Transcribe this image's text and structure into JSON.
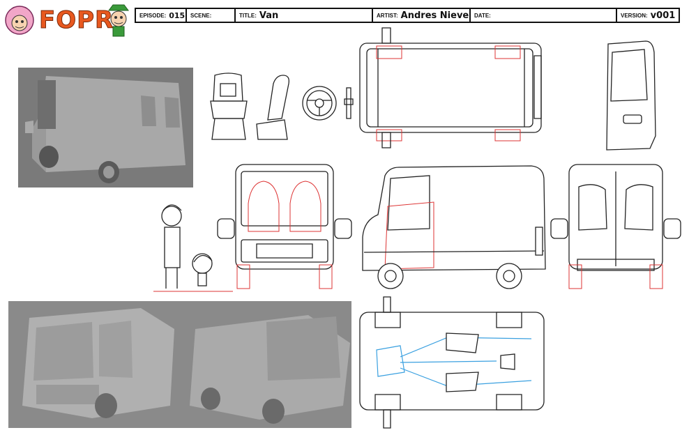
{
  "logo": {
    "text": "FOPR"
  },
  "header": {
    "episode_label": "EPISODE:",
    "episode_value": "015",
    "scene_label": "SCENE:",
    "scene_value": "",
    "title_label": "TITLE:",
    "title_value": "Van",
    "artist_label": "ARTIST:",
    "artist_value": "Andres Nieves",
    "date_label": "DATE:",
    "date_value": "",
    "version_label": "VERSION:",
    "version_value": "v001"
  },
  "colors": {
    "logo": "#e8581f",
    "render_bg": "#7e7e7e",
    "red_guide": "#dd3333",
    "blue_guide": "#3aa0e0"
  }
}
